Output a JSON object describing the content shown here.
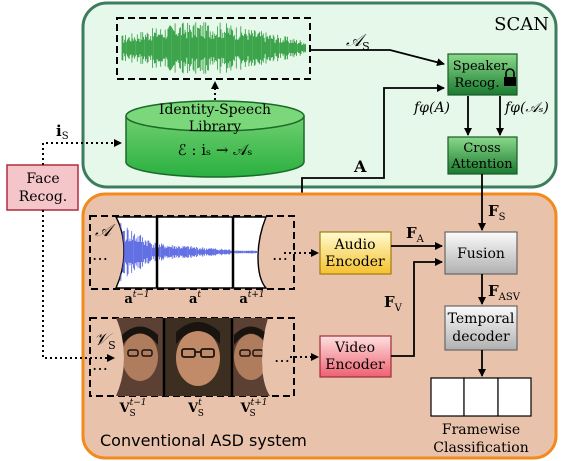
{
  "scan": {
    "title": "SCAN",
    "library_line1": "Identity-Speech",
    "library_line2": "Library",
    "library_formula": "ℰ : iₛ → 𝒜ₛ",
    "speaker_line1": "Speaker",
    "speaker_line2": "Recog.",
    "cross_line1": "Cross",
    "cross_line2": "Attention",
    "label_As": "𝒜",
    "label_As_sub": "S",
    "label_f_A": "fφ(A)",
    "label_f_As": "fφ(𝒜ₛ)",
    "label_A": "A",
    "label_is": "i",
    "label_is_sub": "S",
    "colors": {
      "green_fill": "#e6f7e9",
      "green_border": "#3e7f5f",
      "green_box_top": "#80d080",
      "green_box_bottom": "#1e7a32",
      "waveform": "#2a9a3a"
    }
  },
  "face": {
    "line1": "Face",
    "line2": "Recog.",
    "fill": "#f5c5c8",
    "border": "#b02a3a"
  },
  "asd": {
    "title": "Conventional ASD system",
    "audio_seq_label": "𝒜",
    "video_seq_label": "𝒱",
    "video_seq_sub": "S",
    "audio_encoder_line1": "Audio",
    "audio_encoder_line2": "Encoder",
    "video_encoder_line1": "Video",
    "video_encoder_line2": "Encoder",
    "fusion": "Fusion",
    "temporal_line1": "Temporal",
    "temporal_line2": "decoder",
    "framewise_line1": "Framewise",
    "framewise_line2": "Classification",
    "label_FA": "F",
    "label_FA_sub": "A",
    "label_FV": "F",
    "label_FV_sub": "V",
    "label_FS": "F",
    "label_FS_sub": "S",
    "label_FASV": "F",
    "label_FASV_sub": "ASV",
    "audio_frames": [
      {
        "base": "a",
        "sup": "t−1"
      },
      {
        "base": "a",
        "sup": "t"
      },
      {
        "base": "a",
        "sup": "t+1"
      }
    ],
    "video_frames": [
      {
        "base": "V",
        "sup": "t−1",
        "sub": "S"
      },
      {
        "base": "V",
        "sup": "t",
        "sub": "S"
      },
      {
        "base": "V",
        "sup": "t+1",
        "sub": "S"
      }
    ],
    "dots": "…",
    "colors": {
      "fill": "#e9c4ad",
      "border": "#f08a1c",
      "audio_enc_top": "#fff7c0",
      "audio_enc_bottom": "#f7c63a",
      "video_enc_top": "#ffd0d0",
      "video_enc_bottom": "#ef6f7c",
      "gray_top": "#f8f8f8",
      "gray_bottom": "#b8b8b8",
      "wave": "#5060e0"
    }
  }
}
